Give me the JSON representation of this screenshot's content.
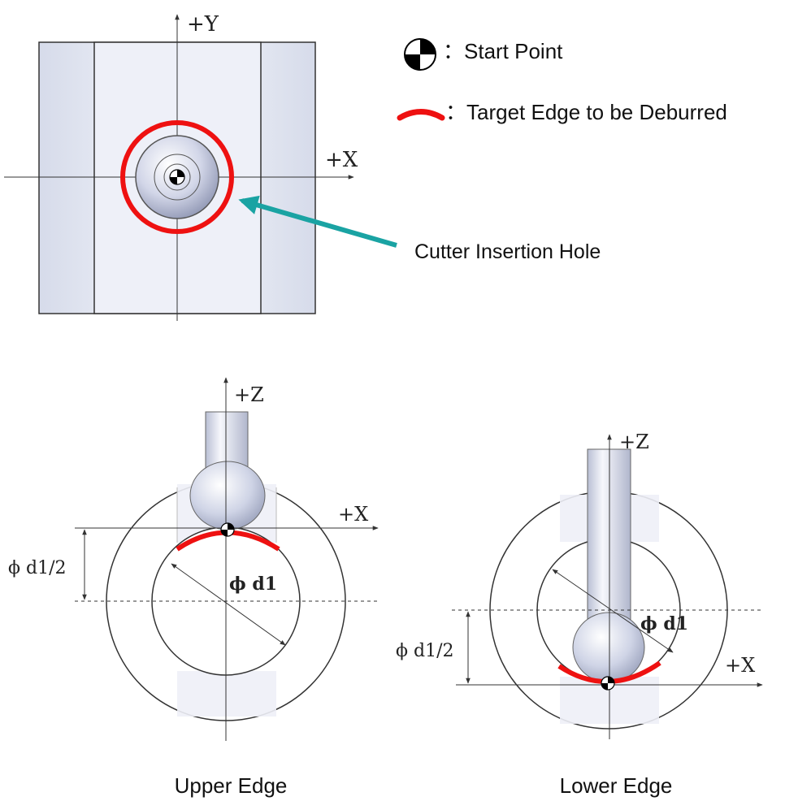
{
  "top_view": {
    "axis_y": "+Y",
    "axis_x": "+X",
    "callout_label": "Cutter Insertion Hole"
  },
  "legend": {
    "start_point_label": "：Start Point",
    "target_edge_label": "：Target Edge to be Deburred"
  },
  "upper_view": {
    "axis_z": "+Z",
    "axis_x": "+X",
    "dim_half_label": "ϕ d1/2",
    "dim_dia_label": "ϕ d1",
    "caption": "Upper Edge"
  },
  "lower_view": {
    "axis_z": "+Z",
    "axis_x": "+X",
    "dim_half_label": "ϕ d1/2",
    "dim_dia_label": "ϕ d1",
    "caption": "Lower Edge"
  },
  "colors": {
    "edge_red": "#ee1111",
    "callout_teal": "#1aa3a3",
    "body_fill": "#e6e9f4",
    "line": "#333333"
  }
}
